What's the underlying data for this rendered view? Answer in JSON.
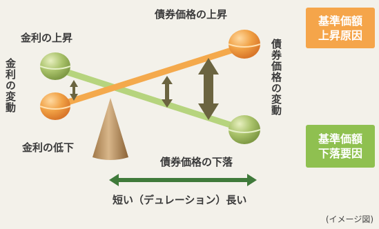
{
  "labels": {
    "rate_up": "金利の上昇",
    "rate_down": "金利の低下",
    "rate_change": "金利の変動",
    "bond_up": "債券価格の上昇",
    "bond_down": "債券価格の下落",
    "bond_change": "債券価格の変動",
    "duration": "短い（デュレーション）長い"
  },
  "boxes": {
    "up_line1": "基準価額",
    "up_line2": "上昇原因",
    "down_line1": "基準価額",
    "down_line2": "下落要因"
  },
  "caption": "(イメージ図)",
  "colors": {
    "orange": "#f5a54a",
    "green": "#8fc050",
    "arrow": "#6b6440",
    "duration_arrow": "#3f7a3a"
  }
}
